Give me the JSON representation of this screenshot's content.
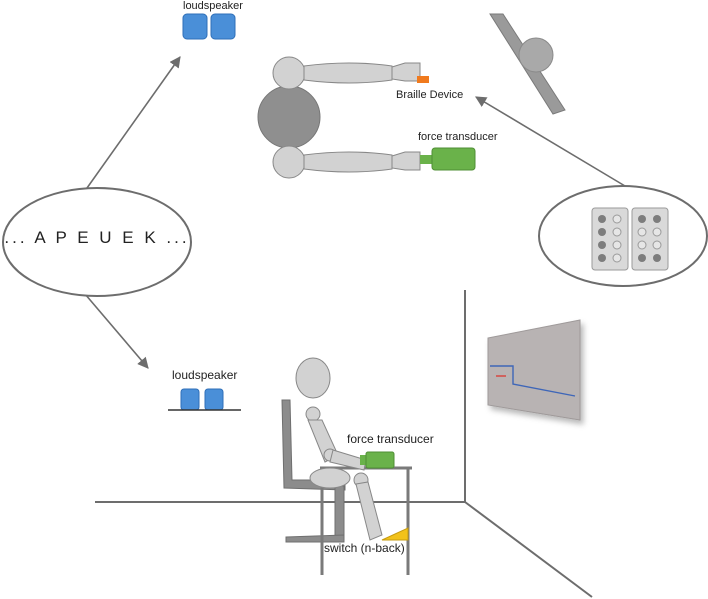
{
  "labels": {
    "loudspeaker_top": "loudspeaker",
    "braille_device": "Braille Device",
    "force_transducer_top": "force transducer",
    "stimulus_sequence": "... A P E U E K ...",
    "loudspeaker_bottom": "loudspeaker",
    "force_transducer_bottom": "force transducer",
    "switch": "switch (n-back)"
  },
  "colors": {
    "speaker_blue": "#4a8fd8",
    "transducer_green": "#6ab24a",
    "braille_orange": "#f07a1e",
    "switch_yellow": "#f2c21a",
    "body_gray": "#c9c9c9",
    "head_dark": "#8f8f8f",
    "line_gray": "#6d6d6d",
    "screen_gray": "#b8b3b3",
    "trace_blue": "#3e66b8",
    "trace_red": "#d9403a"
  }
}
